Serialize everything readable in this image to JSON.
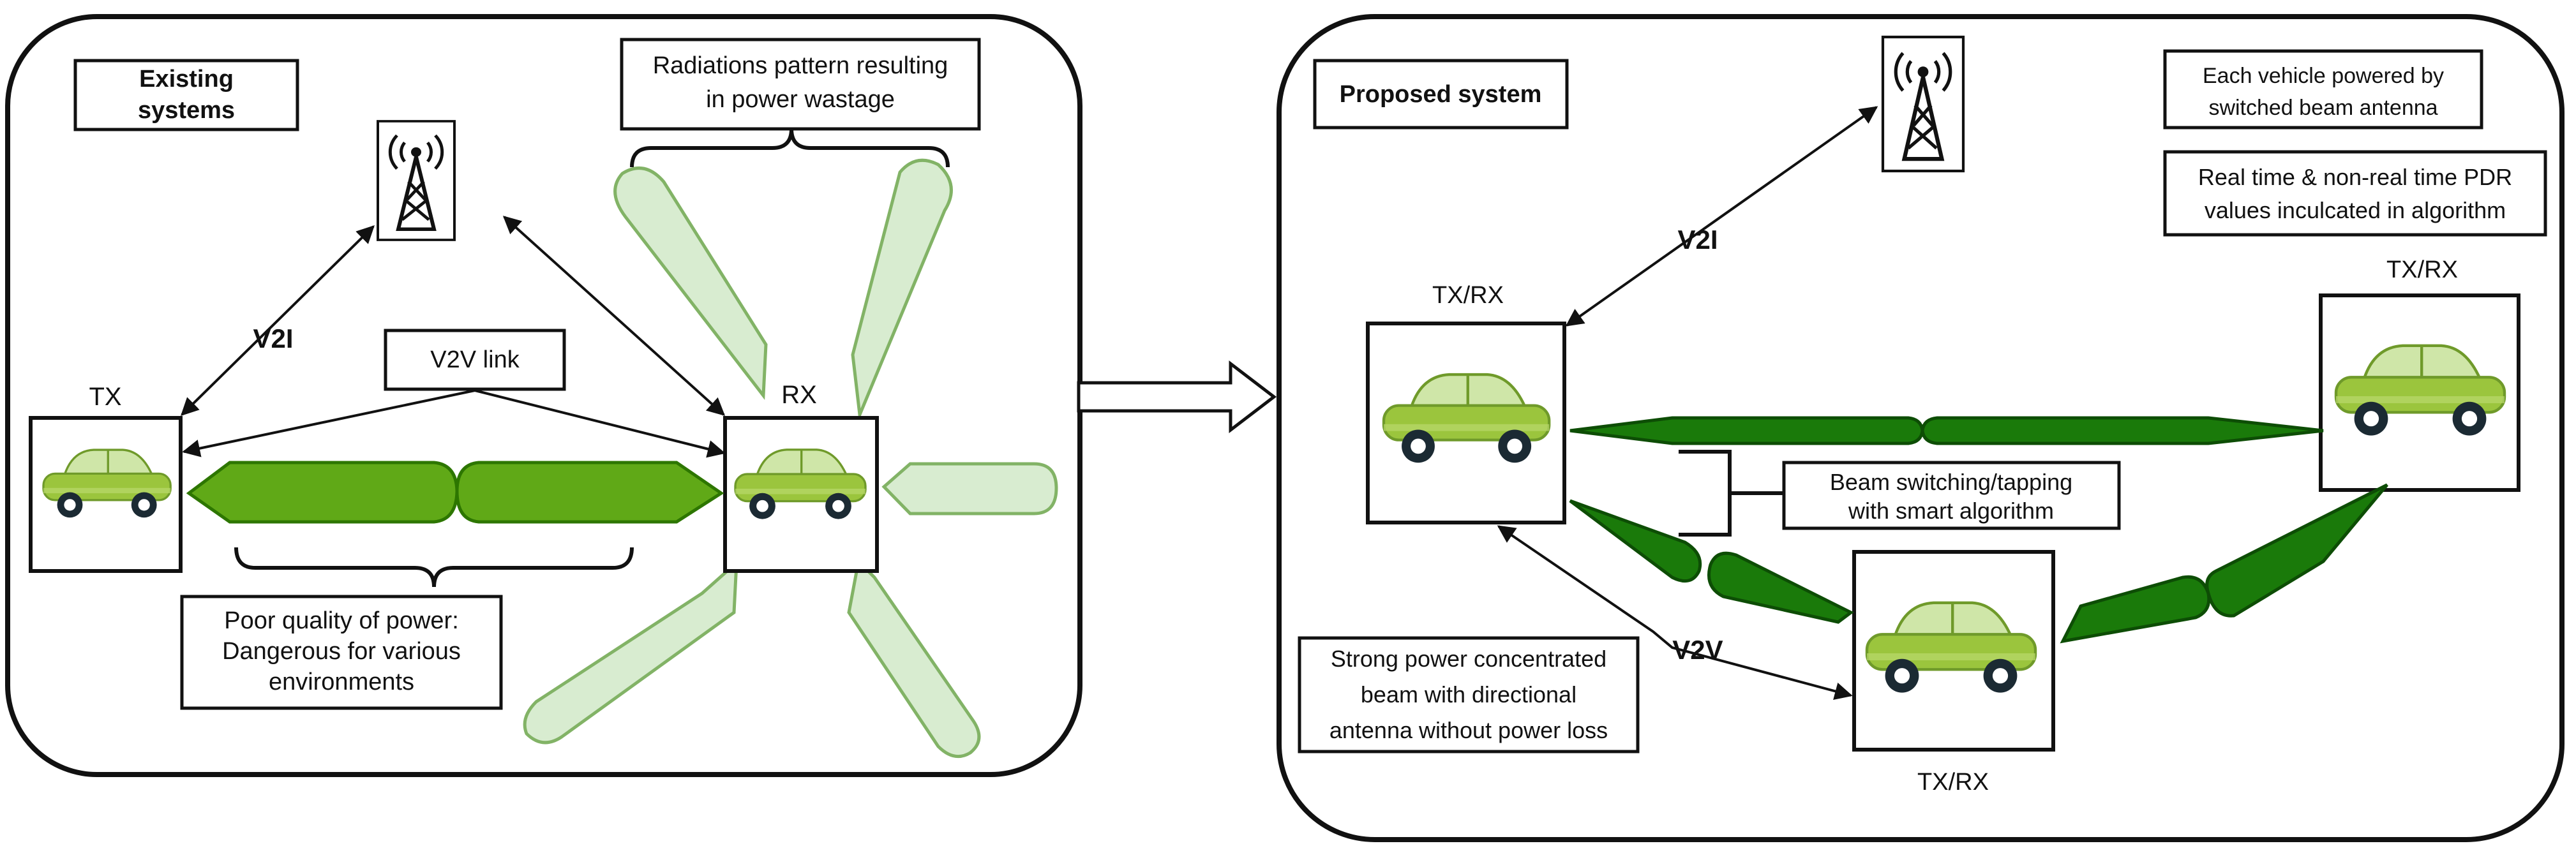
{
  "left_panel": {
    "title_lines": [
      "Existing",
      "systems"
    ],
    "tx_label": "TX",
    "rx_label": "RX",
    "v2i_label": "V2I",
    "v2v_link_label": "V2V link",
    "radiation_note_lines": [
      "Radiations pattern resulting",
      "in power wastage"
    ],
    "poor_quality_lines": [
      "Poor quality of power:",
      "Dangerous for various",
      "environments"
    ]
  },
  "right_panel": {
    "title": "Proposed system",
    "txrx_label_left": "TX/RX",
    "txrx_label_right": "TX/RX",
    "txrx_label_bottom": "TX/RX",
    "v2i_label": "V2I",
    "v2v_label": "V2V",
    "vehicle_power_note_lines": [
      "Each vehicle powered by",
      "switched beam antenna"
    ],
    "pdr_note_lines": [
      "Real time & non-real time PDR",
      "values inculcated in algorithm"
    ],
    "beam_switching_lines": [
      "Beam switching/tapping",
      "with smart algorithm"
    ],
    "strong_power_lines": [
      "Strong power concentrated",
      "beam with directional",
      "antenna without power loss"
    ]
  },
  "colors": {
    "panel_border": "#111111",
    "weak_beam_fill": "#d8ecd0",
    "weak_beam_stroke": "#82b366",
    "mid_beam_fill": "#60a917",
    "mid_beam_stroke": "#2d7600",
    "strong_beam_fill": "#1a7a0a",
    "strong_beam_stroke": "#0d4d05",
    "car_body": "#9bc53d",
    "car_window": "#cfe6a8"
  },
  "icons": [
    "tower-icon",
    "car-icon",
    "transition-arrow-icon"
  ]
}
